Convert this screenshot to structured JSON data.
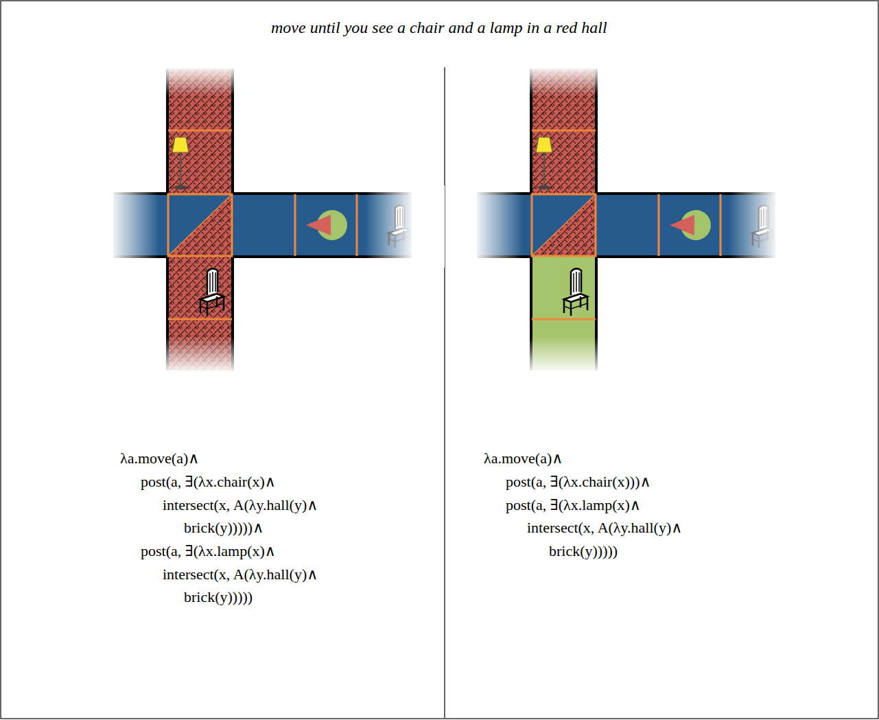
{
  "diagram": {
    "title": "move until you see a chair and a lamp in a red hall",
    "labels": [
      "λa.move(a)∧",
      "post(a, ∃(λx.chair(x)∧",
      "intersect(x, A(λy.hall(y)∧",
      "brick(y)))))∧",
      "post(a, ∃(λx.lamp(x)∧",
      "intersect(x, A(λy.hall(y)∧",
      "brick(y)))))",
      "λa.move(a)∧",
      "post(a, ∃(λx.chair(x)))∧",
      "post(a, ∃(λx.lamp(x)∧",
      "intersect(x, A(λy.hall(y)∧",
      "brick(y)))))"
    ]
  }
}
